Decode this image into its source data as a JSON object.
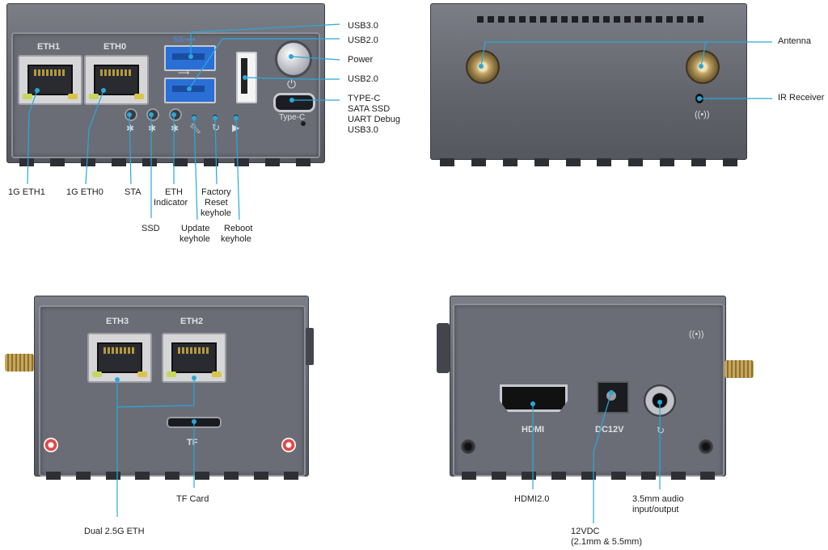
{
  "front_panel": {
    "port_labels": {
      "eth1": "ETH1",
      "eth0": "ETH0",
      "typec": "Type-C"
    },
    "callouts": {
      "usb30_top": "USB3.0",
      "usb20_top": "USB2.0",
      "power": "Power",
      "usb20_side": "USB2.0",
      "typec_multi": [
        "TYPE-C",
        "SATA SSD",
        "UART Debug",
        "USB3.0"
      ],
      "eth1": "1G ETH1",
      "eth0": "1G ETH0",
      "sta": "STA",
      "ssd": "SSD",
      "eth_indicator": [
        "ETH",
        "Indicator"
      ],
      "update_keyhole": [
        "Update",
        "keyhole"
      ],
      "factory_reset": [
        "Factory",
        "Reset",
        "keyhole"
      ],
      "reboot_keyhole": [
        "Reboot",
        "keyhole"
      ]
    }
  },
  "rear_panel": {
    "callouts": {
      "antenna": "Antenna",
      "ir_receiver": "IR Receiver"
    }
  },
  "side_panel_left": {
    "port_labels": {
      "eth3": "ETH3",
      "eth2": "ETH2",
      "tf": "TF"
    },
    "callouts": {
      "tf_card": "TF Card",
      "dual_eth": "Dual 2.5G ETH"
    }
  },
  "side_panel_right": {
    "port_labels": {
      "hdmi": "HDMI",
      "dc12v": "DC12V"
    },
    "callouts": {
      "hdmi": "HDMI2.0",
      "dc": [
        "12VDC",
        "(2.1mm & 5.5mm)"
      ],
      "audio": [
        "3.5mm audio",
        "input/output"
      ]
    }
  },
  "colors": {
    "callout_line": "#2aa8d8",
    "case": "#6b6d76",
    "usb3": "#2a6fd6"
  }
}
